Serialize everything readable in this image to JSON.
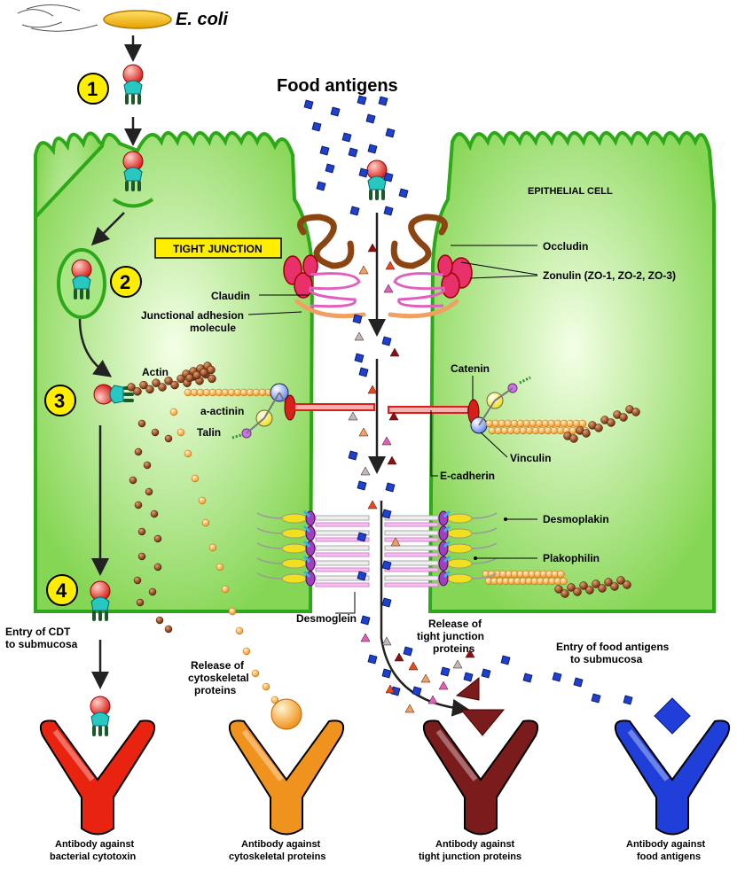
{
  "title": "Food antigens",
  "organism": "E. coli",
  "cell_label": "EPITHELIAL CELL",
  "tight_junction_box": "TIGHT JUNCTION",
  "steps": [
    "1",
    "2",
    "3",
    "4"
  ],
  "labels": {
    "occludin": "Occludin",
    "zonulin": "Zonulin (ZO-1, ZO-2, ZO-3)",
    "claudin": "Claudin",
    "jam_line1": "Junctional adhesion",
    "jam_line2": "molecule",
    "actin": "Actin",
    "a_actinin": "a-actinin",
    "talin": "Talin",
    "catenin": "Catenin",
    "vinculin": "Vinculin",
    "e_cadherin": "E-cadherin",
    "desmoplakin": "Desmoplakin",
    "plakophilin": "Plakophilin",
    "desmoglein": "Desmoglein"
  },
  "annotations": {
    "cdt_line1": "Entry of CDT",
    "cdt_line2": "to submucosa",
    "cyto_line1": "Release of",
    "cyto_line2": "cytoskeletal",
    "cyto_line3": "proteins",
    "tj_line1": "Release of",
    "tj_line2": "tight junction",
    "tj_line3": "proteins",
    "food_line1": "Entry of food antigens",
    "food_line2": "to submucosa"
  },
  "antibodies": [
    {
      "line1": "Antibody against",
      "line2": "bacterial cytotoxin",
      "color": "#e8230f"
    },
    {
      "line1": "Antibody against",
      "line2": "cytoskeletal proteins",
      "color": "#f0931e"
    },
    {
      "line1": "Antibody against",
      "line2": "tight junction proteins",
      "color": "#7a1c1c"
    },
    {
      "line1": "Antibody against",
      "line2": "food antigens",
      "color": "#1f3fd8"
    }
  ],
  "colors": {
    "cell_fill": "#8fd95a",
    "cell_border": "#3aaa1e",
    "junction_box": "#ffee00",
    "actin": "#7a3a14",
    "alpha_actinin": "#f5a04a",
    "zonulin": "#e8306a",
    "occludin": "#8b4513",
    "claudin": "#e060c0",
    "food_antigen": "#2040d0"
  }
}
